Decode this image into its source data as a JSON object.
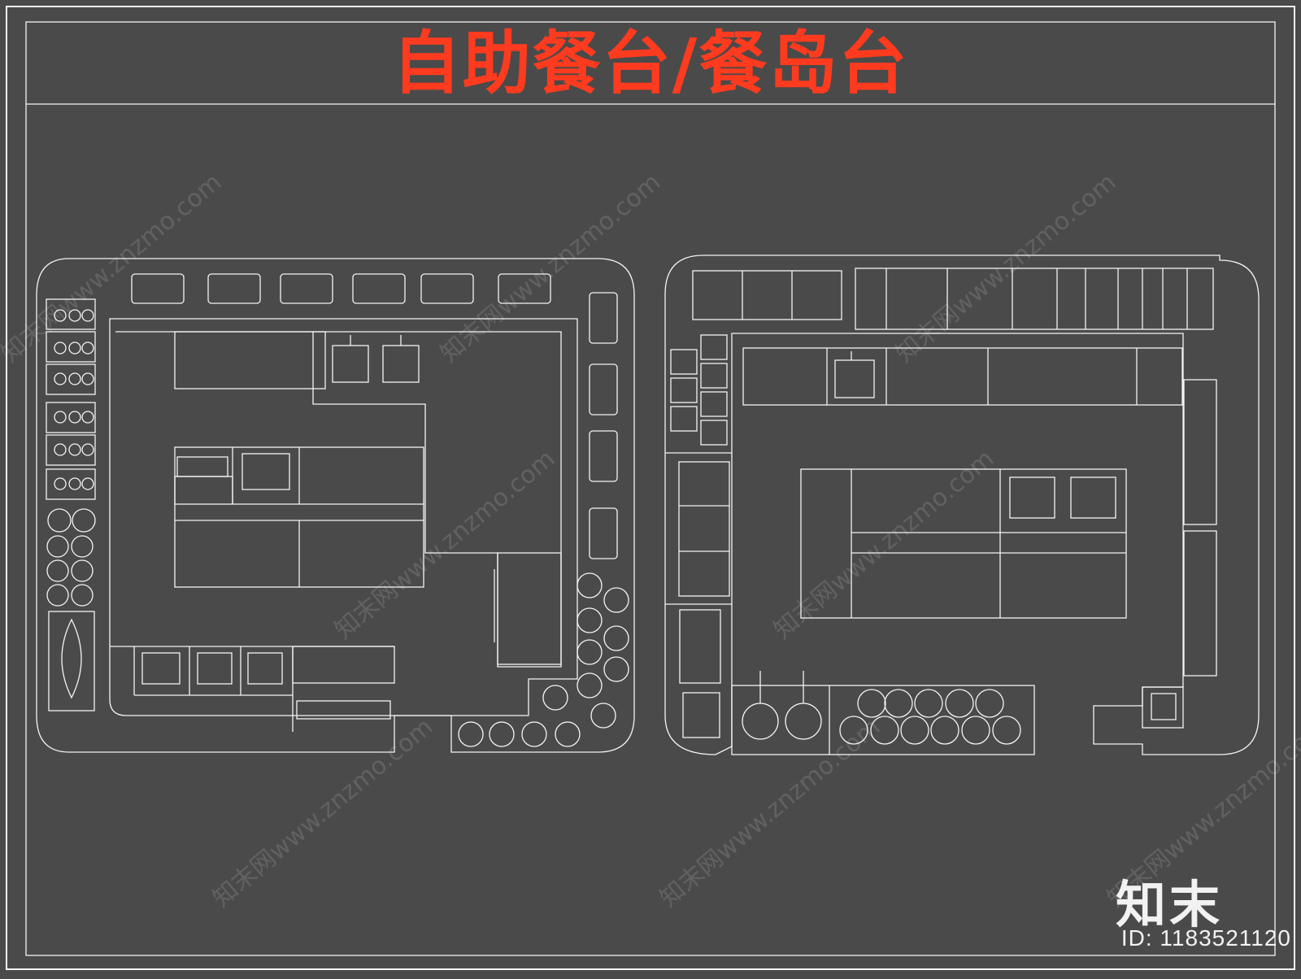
{
  "title": "自助餐台/餐岛台",
  "watermark": "知末网www.znzmo.com",
  "brand": "知末",
  "id_label": "ID: 1183521120",
  "colors": {
    "background": "#4a4a4a",
    "line": "#f4f4f4",
    "title": "#ff3b1f"
  }
}
